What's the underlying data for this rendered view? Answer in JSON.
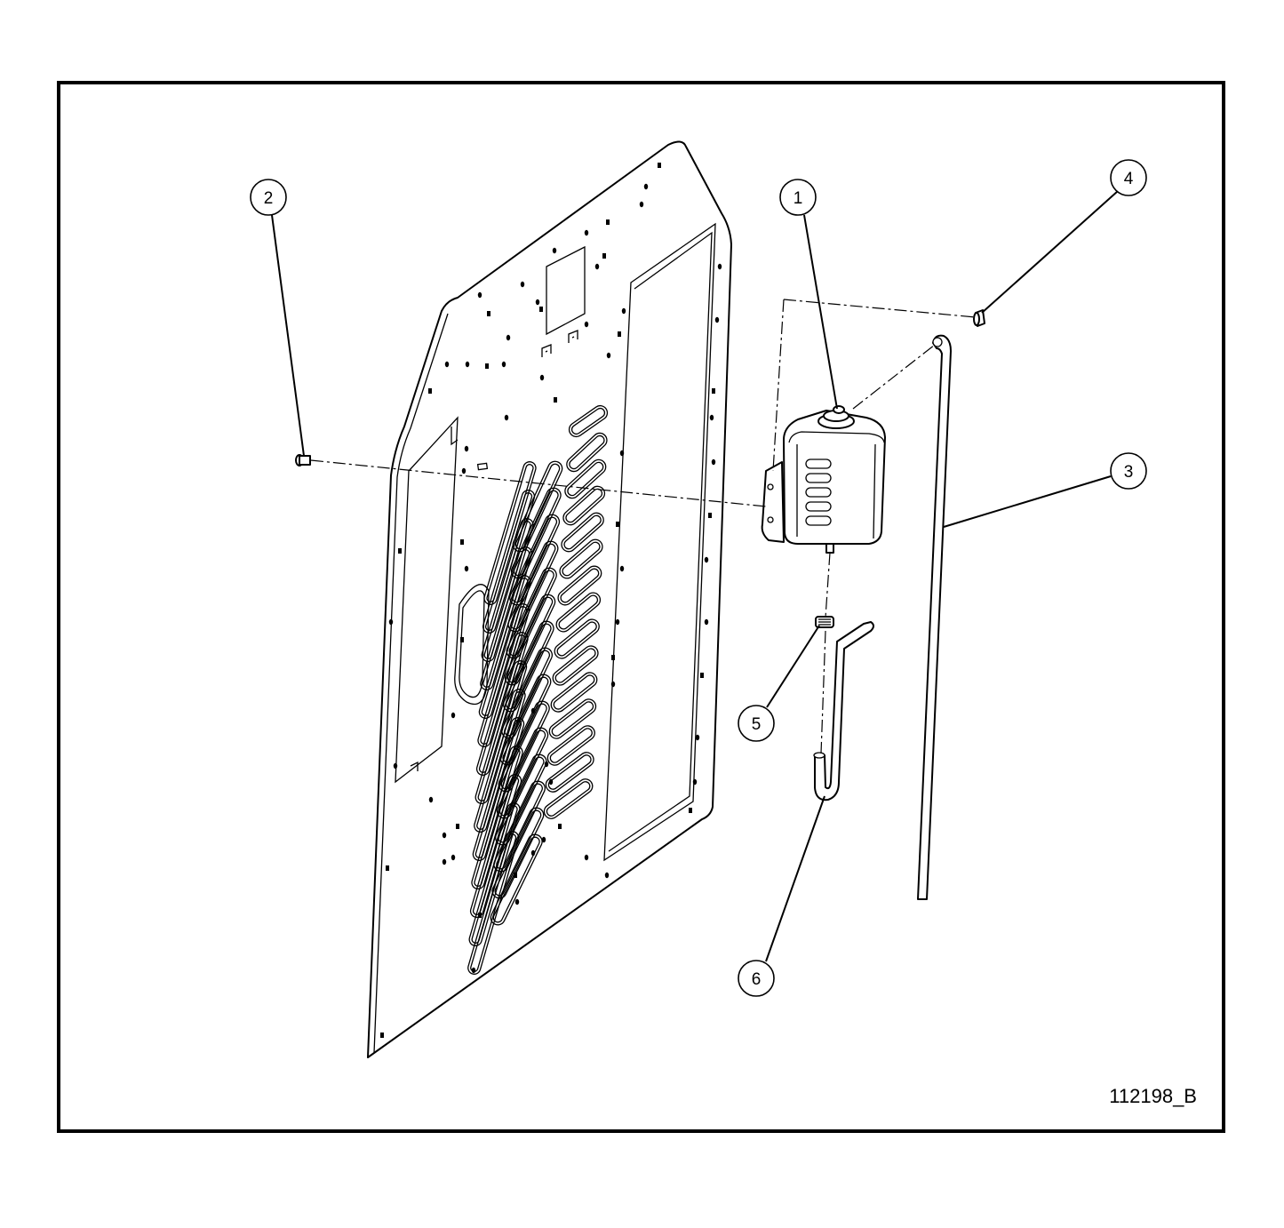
{
  "drawing": {
    "drawing_number": "112198_B",
    "colors": {
      "line": "#000000",
      "background": "#ffffff"
    }
  },
  "callouts": [
    {
      "id": "1",
      "label": "1",
      "part": "reservoir"
    },
    {
      "id": "2",
      "label": "2",
      "part": "fastener"
    },
    {
      "id": "3",
      "label": "3",
      "part": "long-tube"
    },
    {
      "id": "4",
      "label": "4",
      "part": "nut"
    },
    {
      "id": "5",
      "label": "5",
      "part": "grommet"
    },
    {
      "id": "6",
      "label": "6",
      "part": "bent-hose"
    }
  ]
}
